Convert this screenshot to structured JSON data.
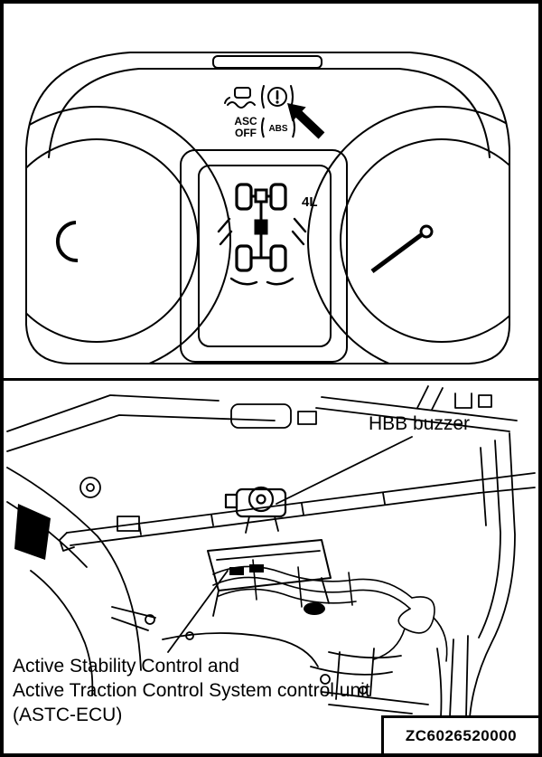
{
  "colors": {
    "line": "#000000",
    "background": "#ffffff"
  },
  "cluster": {
    "asc_label_line1": "ASC",
    "asc_label_line2": "OFF",
    "abs_label": "ABS",
    "four_low_label": "4L",
    "icons": {
      "stability_warning": "car-skid-icon",
      "brake_warning": "circled-exclamation-icon",
      "abs": "abs-in-parentheses-icon",
      "pointer": "black-arrow-icon"
    }
  },
  "location_view": {
    "hbb_label": "HBB buzzer",
    "astc_label_line1": "Active Stability Control and",
    "astc_label_line2": "Active Traction Control System control unit",
    "astc_label_line3": "(ASTC-ECU)",
    "figure_code": "ZC6026520000"
  }
}
